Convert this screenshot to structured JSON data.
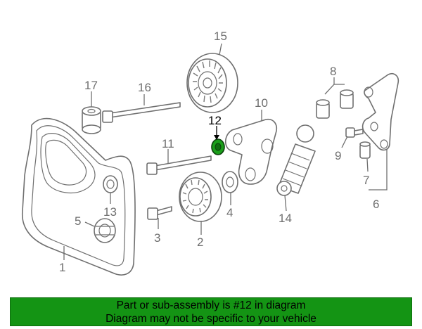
{
  "diagram": {
    "callouts": {
      "c1": "1",
      "c2": "2",
      "c3": "3",
      "c4": "4",
      "c5": "5",
      "c6": "6",
      "c7": "7",
      "c8": "8",
      "c9": "9",
      "c10": "10",
      "c11": "11",
      "c12": "12",
      "c13": "13",
      "c14": "14",
      "c15": "15",
      "c16": "16",
      "c17": "17"
    },
    "highlight_part": "12",
    "colors": {
      "highlight_fill": "#1a9e1a",
      "line": "#6f6f6f"
    }
  },
  "banner": {
    "line1": "Part or sub-assembly is #12 in diagram",
    "line2": "Diagram may not be specific to your vehicle",
    "color": "#149414"
  }
}
